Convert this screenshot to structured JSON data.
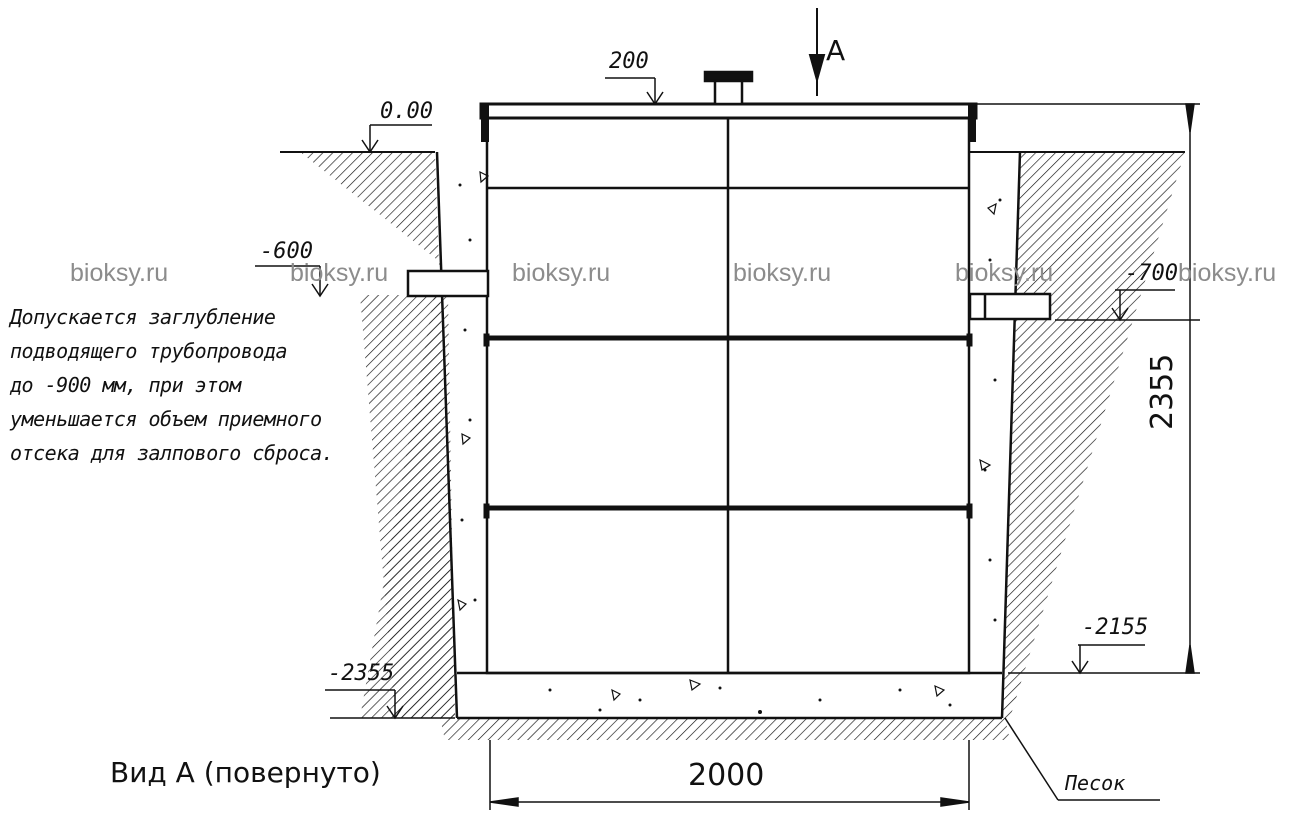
{
  "watermark": "bioksy.ru",
  "levels": {
    "ground": "0.00",
    "inlet": "-600",
    "outlet": "-700",
    "tank_bottom": "-2155",
    "pit_bottom": "-2355"
  },
  "dimensions": {
    "lid_thickness": "200",
    "height": "2355",
    "width": "2000"
  },
  "section_marker": "A",
  "view_label": "Вид А (повернуто)",
  "sand_label": "Песок",
  "note_lines": [
    "Допускается заглубление",
    "подводящего трубопровода",
    "до -900 мм, при этом",
    "уменьшается объем приемного",
    "отсека для залпового сброса."
  ],
  "colors": {
    "line": "#111111",
    "watermark": "#8c8c8c",
    "background": "#ffffff"
  }
}
